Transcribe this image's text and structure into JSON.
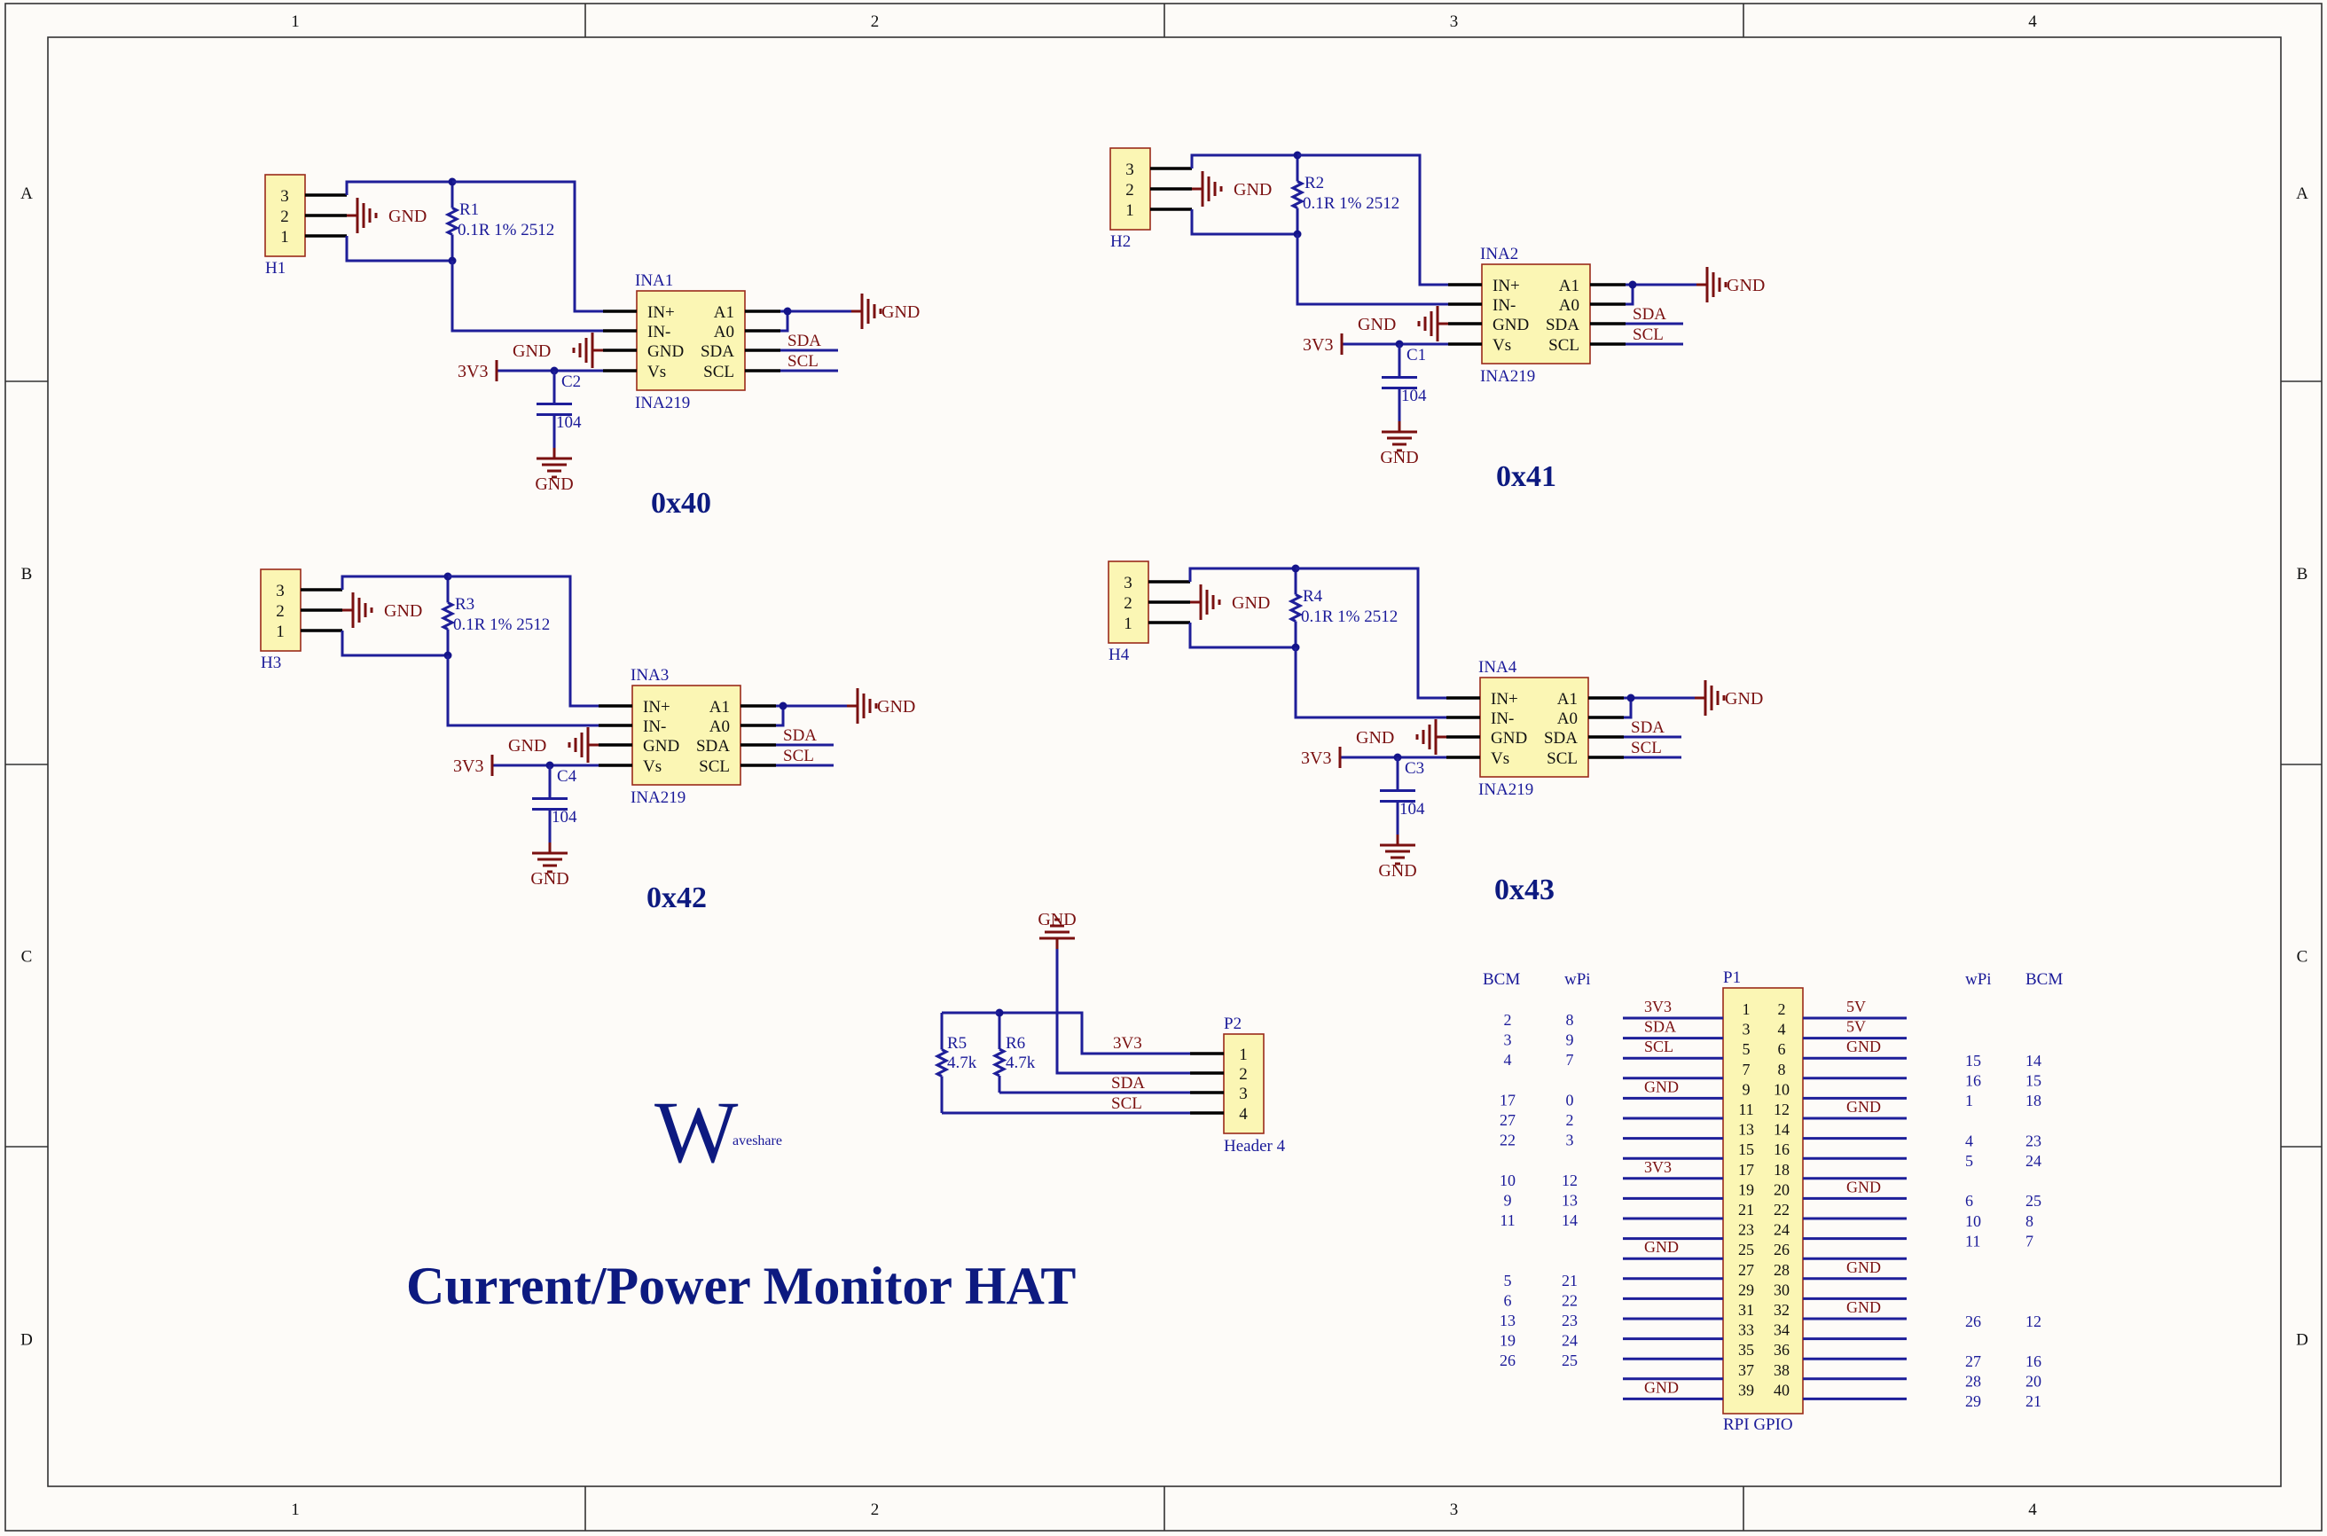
{
  "frame": {
    "columns": [
      "1",
      "2",
      "3",
      "4"
    ],
    "rows": [
      "A",
      "B",
      "C",
      "D"
    ]
  },
  "title": "Current/Power Monitor HAT",
  "logo": {
    "letter": "W",
    "text": "aveshare"
  },
  "net_labels": {
    "gnd": "GND",
    "v33": "3V3",
    "v5": "5V",
    "sda": "SDA",
    "scl": "SCL"
  },
  "ina_pins": {
    "in_p": "IN+",
    "in_n": "IN-",
    "gnd": "GND",
    "vs": "Vs",
    "a1": "A1",
    "a0": "A0",
    "sda": "SDA",
    "scl": "SCL"
  },
  "header_pins": [
    "3",
    "2",
    "1"
  ],
  "channels": [
    {
      "header": "H1",
      "resistor": "R1",
      "res_value": "0.1R 1% 2512",
      "ic": "INA1",
      "part": "INA219",
      "cap": "C2",
      "cap_value": "104",
      "address": "0x40"
    },
    {
      "header": "H2",
      "resistor": "R2",
      "res_value": "0.1R 1% 2512",
      "ic": "INA2",
      "part": "INA219",
      "cap": "C1",
      "cap_value": "104",
      "address": "0x41"
    },
    {
      "header": "H3",
      "resistor": "R3",
      "res_value": "0.1R 1% 2512",
      "ic": "INA3",
      "part": "INA219",
      "cap": "C4",
      "cap_value": "104",
      "address": "0x42"
    },
    {
      "header": "H4",
      "resistor": "R4",
      "res_value": "0.1R 1% 2512",
      "ic": "INA4",
      "part": "INA219",
      "cap": "C3",
      "cap_value": "104",
      "address": "0x43"
    }
  ],
  "i2c_header": {
    "ref": "P2",
    "name": "Header 4",
    "pins": [
      "1",
      "2",
      "3",
      "4"
    ],
    "nets": [
      "3V3",
      "GND",
      "SDA",
      "SCL"
    ],
    "pullups": [
      {
        "ref": "R5",
        "value": "4.7k"
      },
      {
        "ref": "R6",
        "value": "4.7k"
      }
    ]
  },
  "gpio": {
    "ref": "P1",
    "name": "RPI GPIO",
    "col_headers": {
      "bcm": "BCM",
      "wpi": "wPi"
    },
    "pins_odd": [
      "1",
      "3",
      "5",
      "7",
      "9",
      "11",
      "13",
      "15",
      "17",
      "19",
      "21",
      "23",
      "25",
      "27",
      "29",
      "31",
      "33",
      "35",
      "37",
      "39"
    ],
    "pins_even": [
      "2",
      "4",
      "6",
      "8",
      "10",
      "12",
      "14",
      "16",
      "18",
      "20",
      "22",
      "24",
      "26",
      "28",
      "30",
      "32",
      "34",
      "36",
      "38",
      "40"
    ],
    "left_nets": [
      "3V3",
      "SDA",
      "SCL",
      "",
      "GND",
      "",
      "",
      "",
      "3V3",
      "",
      "",
      "",
      "GND",
      "",
      "",
      "",
      "",
      "",
      "",
      "GND"
    ],
    "right_nets": [
      "5V",
      "5V",
      "GND",
      "",
      "",
      "GND",
      "",
      "",
      "",
      "GND",
      "",
      "",
      "",
      "GND",
      "",
      "GND",
      "",
      "",
      "",
      ""
    ],
    "left_numbers": [
      {
        "bcm": "2",
        "wpi": "8"
      },
      {
        "bcm": "3",
        "wpi": "9"
      },
      {
        "bcm": "4",
        "wpi": "7"
      },
      {
        "bcm": "",
        "wpi": ""
      },
      {
        "bcm": "17",
        "wpi": "0"
      },
      {
        "bcm": "27",
        "wpi": "2"
      },
      {
        "bcm": "22",
        "wpi": "3"
      },
      {
        "bcm": "",
        "wpi": ""
      },
      {
        "bcm": "10",
        "wpi": "12"
      },
      {
        "bcm": "9",
        "wpi": "13"
      },
      {
        "bcm": "11",
        "wpi": "14"
      },
      {
        "bcm": "",
        "wpi": ""
      },
      {
        "bcm": "",
        "wpi": ""
      },
      {
        "bcm": "5",
        "wpi": "21"
      },
      {
        "bcm": "6",
        "wpi": "22"
      },
      {
        "bcm": "13",
        "wpi": "23"
      },
      {
        "bcm": "19",
        "wpi": "24"
      },
      {
        "bcm": "26",
        "wpi": "25"
      }
    ],
    "right_numbers": [
      {
        "wpi": "15",
        "bcm": "14"
      },
      {
        "wpi": "16",
        "bcm": "15"
      },
      {
        "wpi": "1",
        "bcm": "18"
      },
      {
        "wpi": "",
        "bcm": ""
      },
      {
        "wpi": "4",
        "bcm": "23"
      },
      {
        "wpi": "5",
        "bcm": "24"
      },
      {
        "wpi": "",
        "bcm": ""
      },
      {
        "wpi": "6",
        "bcm": "25"
      },
      {
        "wpi": "10",
        "bcm": "8"
      },
      {
        "wpi": "11",
        "bcm": "7"
      },
      {
        "wpi": "",
        "bcm": ""
      },
      {
        "wpi": "",
        "bcm": ""
      },
      {
        "wpi": "",
        "bcm": ""
      },
      {
        "wpi": "26",
        "bcm": "12"
      },
      {
        "wpi": "",
        "bcm": ""
      },
      {
        "wpi": "27",
        "bcm": "16"
      },
      {
        "wpi": "28",
        "bcm": "20"
      },
      {
        "wpi": "29",
        "bcm": "21"
      }
    ]
  }
}
